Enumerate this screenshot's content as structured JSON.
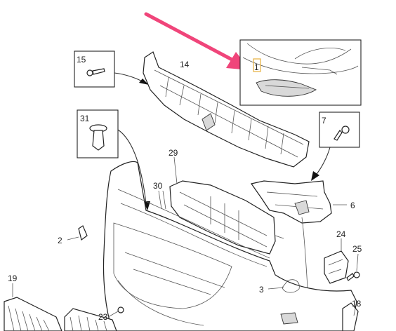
{
  "labels": {
    "l1": "1",
    "l2": "2",
    "l3": "3",
    "l6": "6",
    "l7": "7",
    "l14": "14",
    "l15": "15",
    "l18": "18",
    "l19": "19",
    "l23": "23",
    "l24": "24",
    "l25": "25",
    "l29": "29",
    "l30": "30",
    "l31": "31"
  },
  "colors": {
    "pointer_arrow": "#f0457a",
    "highlight_box": "#e8b54a"
  }
}
